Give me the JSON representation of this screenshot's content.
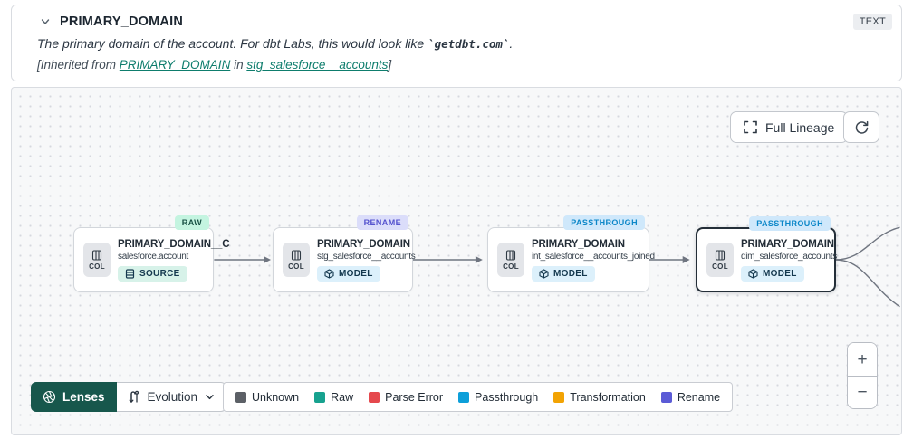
{
  "header": {
    "title": "PRIMARY_DOMAIN",
    "type_badge": "TEXT",
    "description": {
      "prefix": "The primary domain of the account. For dbt Labs, this would look like ",
      "code": "`getdbt.com`",
      "suffix": "."
    },
    "inherited": {
      "open": "[Inherited from ",
      "column_link": "PRIMARY_DOMAIN",
      "mid": " in ",
      "model_link": "stg_salesforce__accounts",
      "close": "]"
    }
  },
  "canvas": {
    "full_lineage_label": "Full Lineage",
    "zoom_in_label": "+",
    "zoom_out_label": "−"
  },
  "nodes": [
    {
      "badge": "RAW",
      "title": "PRIMARY_DOMAIN__C",
      "subtitle": "salesforce.account",
      "col_label": "COL",
      "kind": "SOURCE"
    },
    {
      "badge": "RENAME",
      "title": "PRIMARY_DOMAIN",
      "subtitle": "stg_salesforce__accounts",
      "col_label": "COL",
      "kind": "MODEL"
    },
    {
      "badge": "PASSTHROUGH",
      "title": "PRIMARY_DOMAIN",
      "subtitle": "int_salesforce__accounts_joined",
      "col_label": "COL",
      "kind": "MODEL"
    },
    {
      "badge": "PASSTHROUGH",
      "title": "PRIMARY_DOMAIN",
      "subtitle": "dim_salesforce_accounts",
      "col_label": "COL",
      "kind": "MODEL",
      "selected": true
    }
  ],
  "footer": {
    "lenses_label": "Lenses",
    "lens_selected": "Evolution",
    "legend": [
      {
        "label": "Unknown",
        "color": "#5c6066"
      },
      {
        "label": "Raw",
        "color": "#17a28f"
      },
      {
        "label": "Parse Error",
        "color": "#e5484d"
      },
      {
        "label": "Passthrough",
        "color": "#0d9fd9"
      },
      {
        "label": "Transformation",
        "color": "#f2a303"
      },
      {
        "label": "Rename",
        "color": "#5b5bd6"
      }
    ]
  }
}
